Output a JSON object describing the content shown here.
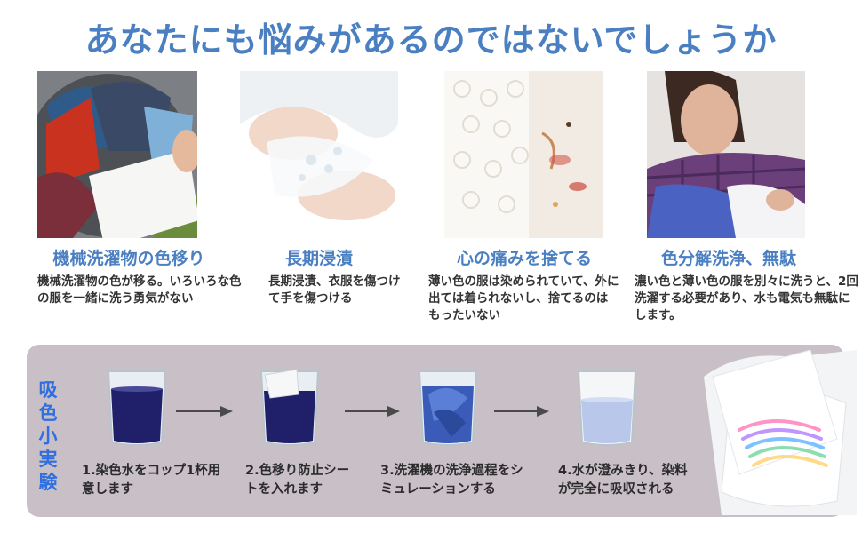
{
  "title": "あなたにも悩みがあるのではないでしょうか",
  "problems": [
    {
      "title": "機械洗濯物の色移り",
      "desc": "機械洗濯物の色が移る。いろいろな色の服を一緒に洗う勇気がない"
    },
    {
      "title": "長期浸漬",
      "desc": "長期浸漬、衣服を傷つけて手を傷つける"
    },
    {
      "title": "心の痛みを捨てる",
      "desc": "薄い色の服は染められていて、外に出ては着られないし、捨てるのはもったいない"
    },
    {
      "title": "色分解洗浄、無駄",
      "desc": "濃い色と薄い色の服を別々に洗うと、2回洗濯する必要があり、水も電気も無駄にします。"
    }
  ],
  "experiment": {
    "label": "吸色小実験",
    "steps": [
      "1.染色水をコップ1杯用意します",
      "2.色移り防止シートを入れます",
      "3.洗濯機の洗浄過程をシミュレーションする",
      "4.水が澄みきり、染料が完全に吸収される"
    ]
  },
  "colors": {
    "title_blue": "#4a7fc1",
    "label_blue": "#2f6fe0",
    "panel": "#c9bfc7",
    "dye": "#20206e"
  }
}
